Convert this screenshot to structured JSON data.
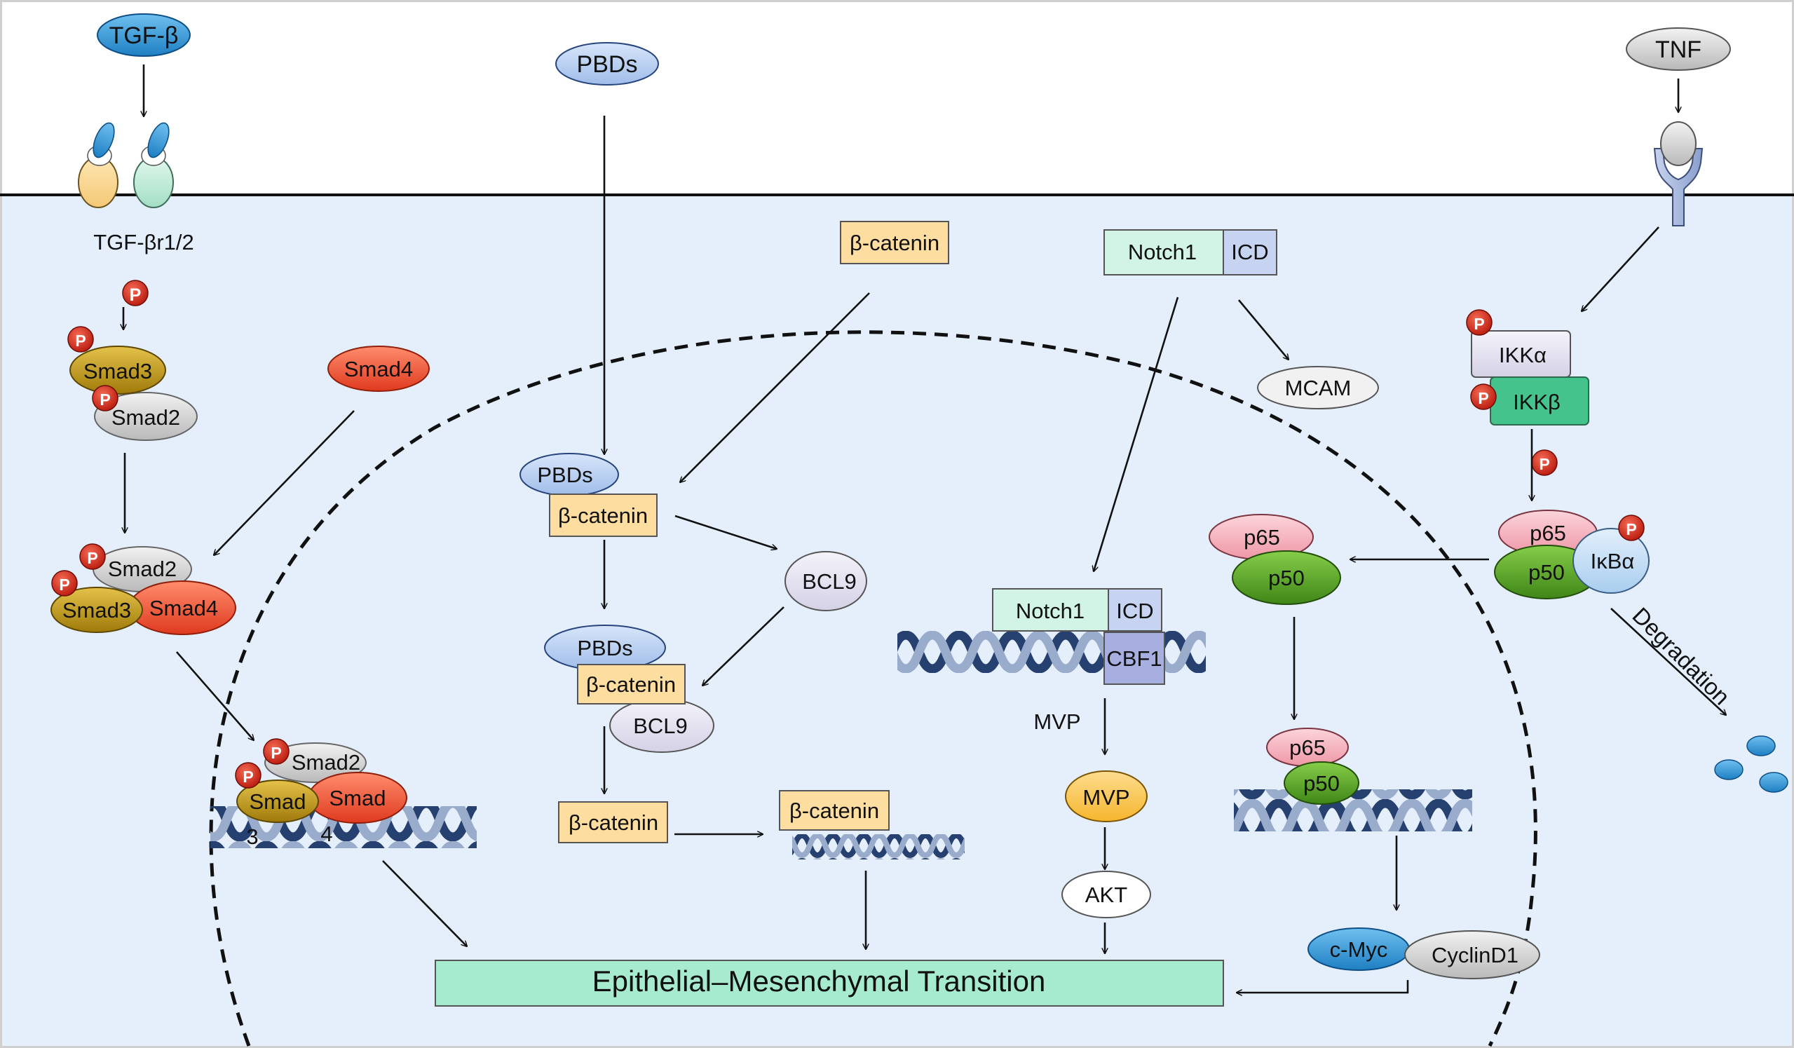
{
  "extracellular": {
    "tgfb": "TGF-β",
    "pbds": "PBDs",
    "tnf": "TNF"
  },
  "membrane": {
    "tgfb_receptor": "TGF-βr1/2"
  },
  "phospho": "P",
  "smad_pathway": {
    "smad3": "Smad3",
    "smad2": "Smad2",
    "smad4": "Smad4",
    "complex_smad2": "Smad2",
    "complex_smad3": "Smad3",
    "complex_smad4": "Smad4",
    "nuc_smad2": "Smad2",
    "nuc_smad3_a": "Smad",
    "nuc_smad3_b": "3",
    "nuc_smad4_a": "Smad",
    "nuc_smad4_b": "4"
  },
  "wnt_pathway": {
    "bcat_cyto": "β-catenin",
    "pbds_1": "PBDs",
    "bcat_1": "β-catenin",
    "bcl9_free": "BCL9",
    "pbds_2": "PBDs",
    "bcat_2": "β-catenin",
    "bcl9_bound": "BCL9",
    "bcat_3": "β-catenin",
    "bcat_4": "β-catenin"
  },
  "notch_pathway": {
    "notch1_cyto": "Notch1",
    "icd_cyto": "ICD",
    "mcam": "MCAM",
    "notch1_nuc": "Notch1",
    "icd_nuc": "ICD",
    "cbf1": "CBF1",
    "mvp_gene": "MVP",
    "mvp": "MVP",
    "akt": "AKT"
  },
  "nfkb_pathway": {
    "ikka": "IKKα",
    "ikkb": "IKKβ",
    "p65_complex": "p65",
    "p50_complex": "p50",
    "ikba": "IκBα",
    "degradation": "Degradation",
    "p65_free": "p65",
    "p50_free": "p50",
    "p65_dna": "p65",
    "p50_dna": "p50",
    "cmyc": "c-Myc",
    "cyclind1": "CyclinD1"
  },
  "outcome": {
    "emt": "Epithelial–Mesenchymal Transition"
  },
  "colors": {
    "cytoplasm": "#e5effc",
    "tgfb": "#2f97d8",
    "pbds": "#bcd3f4",
    "tnf": "#d9d9d9",
    "smad3": "#c8a21b",
    "smad2": "#dedede",
    "smad4": "#ee5a3c",
    "bcatenin": "#fddda0",
    "bcl9": "#e8e6f2",
    "notch1": "#d2f4e6",
    "icd": "#c6d4f2",
    "cbf1": "#a7aee0",
    "mvp": "#fbc860",
    "ikka": "#e9e5f2",
    "ikkb": "#44c48c",
    "p65": "#f8b9c4",
    "p50": "#5faa2a",
    "ikba": "#c9e1f7",
    "cmyc": "#2990dc",
    "emt": "#a7ebcf",
    "phospho": "#d82d1f",
    "dna": "#2f4a7a"
  }
}
